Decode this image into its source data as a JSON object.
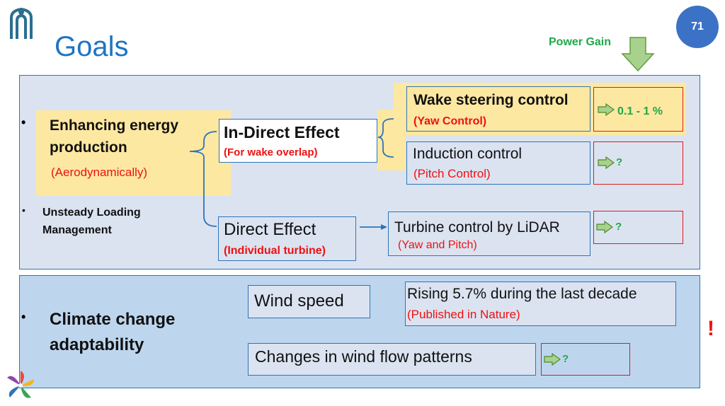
{
  "slide": {
    "title": "Goals",
    "page_number": "71",
    "power_gain_label": "Power Gain",
    "exclamation": "!"
  },
  "section1": {
    "enhancing": "Enhancing energy production",
    "enhancing_sub": "(Aerodynamically)",
    "unsteady": "Unsteady Loading Management",
    "indirect_title": "In-Direct Effect",
    "indirect_sub": "(For wake overlap)",
    "direct_title": "Direct Effect",
    "direct_sub": "(Individual turbine)",
    "wake_title": "Wake steering control",
    "wake_sub": "(Yaw Control)",
    "wake_gain": "0.1 - 1 %",
    "induction_title": "Induction control",
    "induction_sub": "(Pitch Control)",
    "induction_gain": "?",
    "lidar_title": "Turbine control by LiDAR",
    "lidar_sub": "(Yaw and Pitch)",
    "lidar_gain": "?"
  },
  "section2": {
    "climate": "Climate change adaptability",
    "wind_speed": "Wind speed",
    "rising": "Rising 5.7% during the last decade",
    "rising_sub": "(Published in Nature)",
    "patterns": "Changes in wind flow patterns",
    "patterns_gain": "?"
  },
  "colors": {
    "title_blue": "#1f73c4",
    "panel_border": "#2f74b5",
    "highlight_yellow": "#fde8a1",
    "red": "#ee1111",
    "green": "#1fa84a",
    "badge_blue": "#3c72c6"
  }
}
